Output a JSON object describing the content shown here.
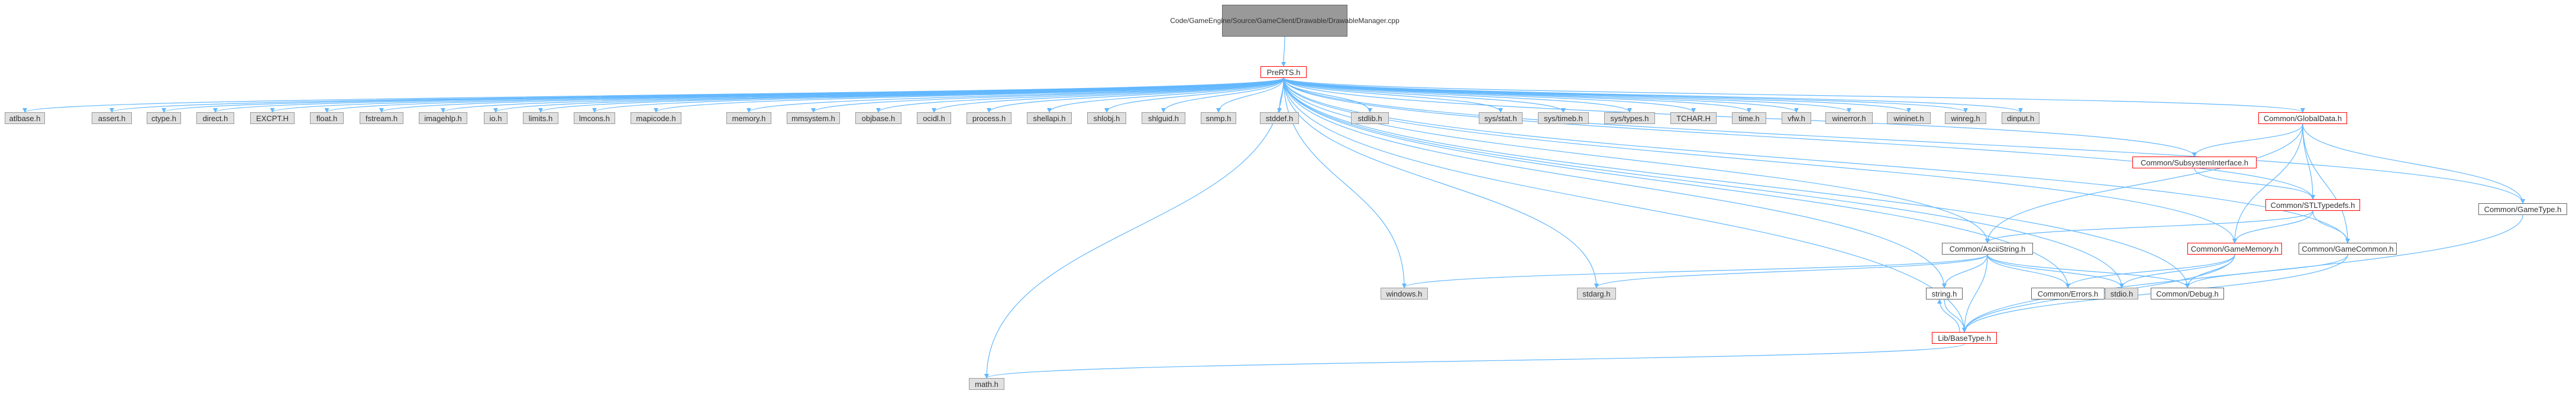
{
  "colors": {
    "edge": "#63b8ff",
    "project_border": "#ff0000",
    "system_fill": "#e0e0e0",
    "root_fill": "#999999"
  },
  "nodes": {
    "root": {
      "label": "Code/GameEngine/Source/GameClient/Drawable/DrawableManager.cpp"
    },
    "prerts": {
      "label": "PreRTS.h"
    },
    "atlbase": {
      "label": "atlbase.h"
    },
    "assert": {
      "label": "assert.h"
    },
    "ctype": {
      "label": "ctype.h"
    },
    "direct": {
      "label": "direct.h"
    },
    "excpt": {
      "label": "EXCPT.H"
    },
    "float": {
      "label": "float.h"
    },
    "fstream": {
      "label": "fstream.h"
    },
    "imagehlp": {
      "label": "imagehlp.h"
    },
    "io": {
      "label": "io.h"
    },
    "limits": {
      "label": "limits.h"
    },
    "lmcons": {
      "label": "lmcons.h"
    },
    "mapicode": {
      "label": "mapicode.h"
    },
    "memory": {
      "label": "memory.h"
    },
    "mmsystem": {
      "label": "mmsystem.h"
    },
    "objbase": {
      "label": "objbase.h"
    },
    "ocidl": {
      "label": "ocidl.h"
    },
    "process": {
      "label": "process.h"
    },
    "shellapi": {
      "label": "shellapi.h"
    },
    "shlobj": {
      "label": "shlobj.h"
    },
    "shlguid": {
      "label": "shlguid.h"
    },
    "snmp": {
      "label": "snmp.h"
    },
    "stddef": {
      "label": "stddef.h"
    },
    "stdlib": {
      "label": "stdlib.h"
    },
    "sysstat": {
      "label": "sys/stat.h"
    },
    "systimeb": {
      "label": "sys/timeb.h"
    },
    "systypes": {
      "label": "sys/types.h"
    },
    "tchar": {
      "label": "TCHAR.H"
    },
    "time": {
      "label": "time.h"
    },
    "vfw": {
      "label": "vfw.h"
    },
    "winerror": {
      "label": "winerror.h"
    },
    "wininet": {
      "label": "wininet.h"
    },
    "winreg": {
      "label": "winreg.h"
    },
    "dinput": {
      "label": "dinput.h"
    },
    "globaldata": {
      "label": "Common/GlobalData.h"
    },
    "gametype": {
      "label": "Common/GameType.h"
    },
    "subsystem": {
      "label": "Common/SubsystemInterface.h"
    },
    "stltypedefs": {
      "label": "Common/STLTypedefs.h"
    },
    "asciistring": {
      "label": "Common/AsciiString.h"
    },
    "gamememory": {
      "label": "Common/GameMemory.h"
    },
    "gamecommon": {
      "label": "Common/GameCommon.h"
    },
    "windows": {
      "label": "windows.h"
    },
    "stdarg": {
      "label": "stdarg.h"
    },
    "string": {
      "label": "string.h"
    },
    "errors": {
      "label": "Common/Errors.h"
    },
    "stdio": {
      "label": "stdio.h"
    },
    "debug": {
      "label": "Common/Debug.h"
    },
    "basetype": {
      "label": "Lib/BaseType.h"
    },
    "math": {
      "label": "math.h"
    }
  }
}
